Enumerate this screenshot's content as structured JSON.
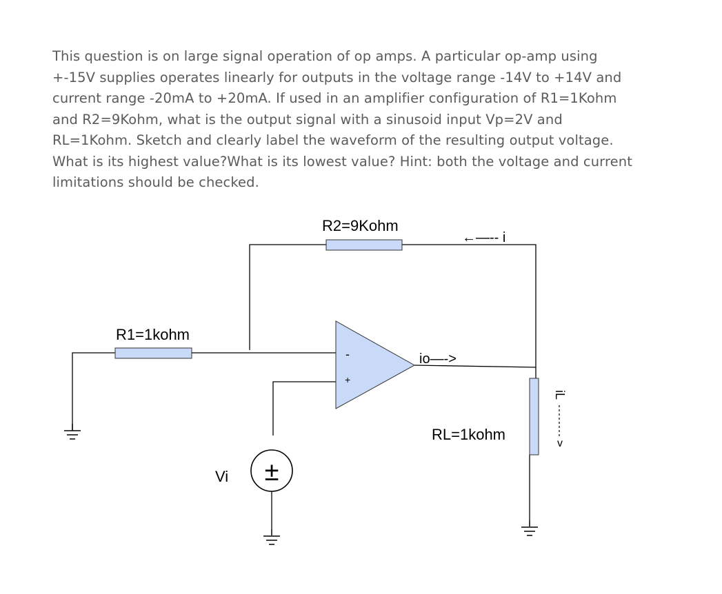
{
  "question": {
    "lines": [
      "This question is on large signal operation of op amps. A particular op-amp using",
      "+-15V supplies operates linearly for outputs in the voltage range -14V to +14V and",
      "current range -20mA to +20mA. If used in an amplifier configuration of R1=1Kohm",
      "and R2=9Kohm, what is the output signal with a sinusoid input Vp=2V and",
      "RL=1Kohm. Sketch and clearly label the waveform of the resulting output voltage.",
      "What is its highest value?What is its lowest value? Hint: both the voltage and current",
      "limitations should be checked."
    ]
  },
  "circuit": {
    "r2_label": "R2=9Kohm",
    "i_label": "←—-- i",
    "r1_label": "R1=1kohm",
    "minus_sign": "-",
    "plus_sign": "+",
    "io_label": "io—->",
    "il_label": "iL",
    "il_arrow_tip": "v",
    "rl_label": "RL=1kohm",
    "vi_label": "Vi",
    "source_symbol": "±"
  },
  "colors": {
    "text": "#5b5b5b",
    "component_fill": "#c9daf8",
    "wire": "#000000"
  }
}
